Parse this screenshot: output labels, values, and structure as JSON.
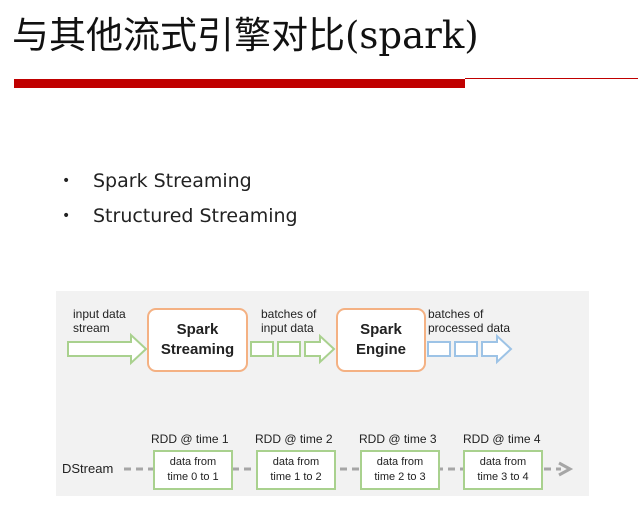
{
  "slide": {
    "title": "与其他流式引擎对比(spark)",
    "bullets": [
      "Spark Streaming",
      "Structured Streaming"
    ],
    "bullet_char": "•"
  },
  "diagram": {
    "input_label_line1": "input data",
    "input_label_line2": "stream",
    "spark_streaming_line1": "Spark",
    "spark_streaming_line2": "Streaming",
    "batches_input_line1": "batches of",
    "batches_input_line2": "input data",
    "spark_engine_line1": "Spark",
    "spark_engine_line2": "Engine",
    "batches_processed_line1": "batches of",
    "batches_processed_line2": "processed data",
    "dstream_label": "DStream",
    "rdds": [
      {
        "title": "RDD @ time 1",
        "line1": "data from",
        "line2": "time 0 to 1"
      },
      {
        "title": "RDD @ time 2",
        "line1": "data from",
        "line2": "time 1 to 2"
      },
      {
        "title": "RDD @ time 3",
        "line1": "data from",
        "line2": "time 2 to 3"
      },
      {
        "title": "RDD @ time 4",
        "line1": "data from",
        "line2": "time 3 to 4"
      }
    ]
  },
  "colors": {
    "accent_red": "#c00000",
    "orange_border": "#f4b183",
    "green_arrow": "#a9d18e",
    "blue_arrow": "#9dc3e6",
    "dash_gray": "#a6a6a6"
  }
}
